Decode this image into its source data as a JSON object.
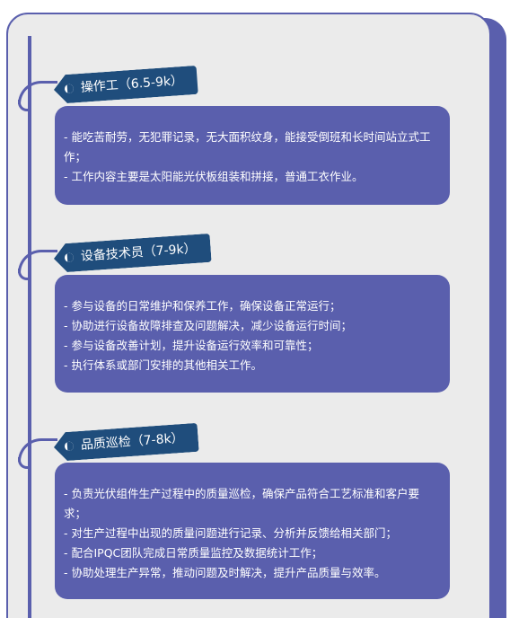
{
  "sections": [
    {
      "title": "操作工（6.5-9k）",
      "lines": [
        "- 能吃苦耐劳，无犯罪记录，无大面积纹身，能接受倒班和长时间站立式工作；",
        "- 工作内容主要是太阳能光伏板组装和拼接，普通工衣作业。"
      ]
    },
    {
      "title": "设备技术员（7-9k）",
      "lines": [
        "- 参与设备的日常维护和保养工作，确保设备正常运行；",
        "- 协助进行设备故障排查及问题解决，减少设备运行时间；",
        "- 参与设备改善计划，提升设备运行效率和可靠性；",
        "- 执行体系或部门安排的其他相关工作。"
      ]
    },
    {
      "title": "品质巡检（7-8k）",
      "lines": [
        "- 负责光伏组件生产过程中的质量巡检，确保产品符合工艺标准和客户要求；",
        "- 对生产过程中出现的质量问题进行记录、分析并反馈给相关部门；",
        "- 配合IPQC团队完成日常质量监控及数据统计工作；",
        "- 协助处理生产异常，推动问题及时解决，提升产品质量与效率。"
      ]
    }
  ],
  "colors": {
    "accent": "#5a5fad",
    "tag": "#1f4d7c",
    "background": "#ebebeb"
  }
}
